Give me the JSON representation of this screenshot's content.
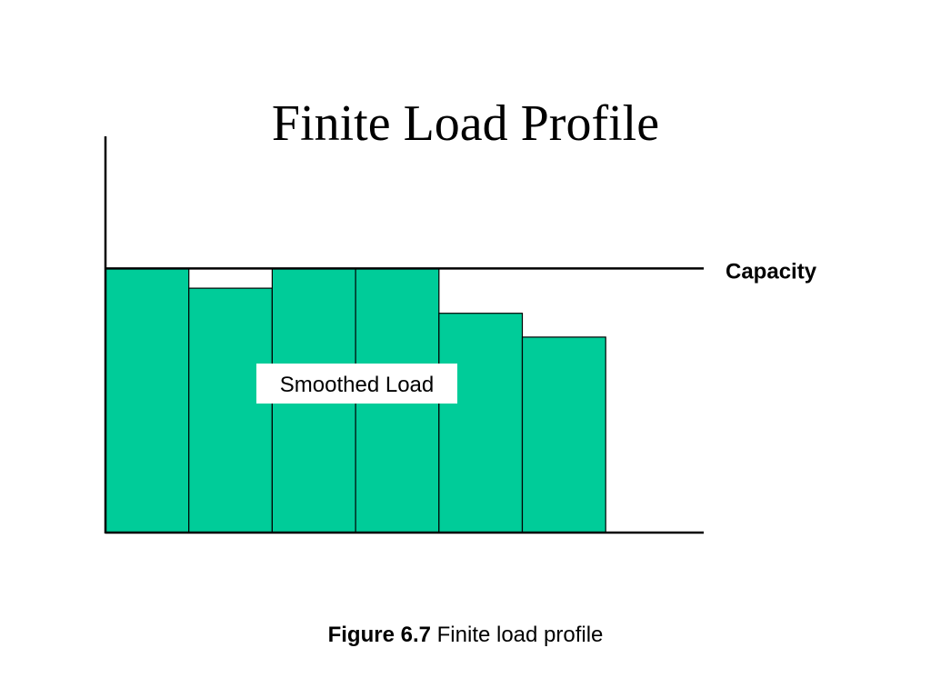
{
  "slide": {
    "title": "Finite Load Profile"
  },
  "caption": {
    "figure_number": "Figure 6.7",
    "text": "Finite load profile"
  },
  "colors": {
    "bar_fill": "#00CC99",
    "bar_stroke": "#000000",
    "axis": "#000000",
    "background": "#FFFFFF"
  },
  "chart_data": {
    "type": "bar",
    "title": "Finite Load Profile",
    "categories": [
      "",
      "",
      "",
      "",
      "",
      ""
    ],
    "values": [
      100,
      92.5,
      100,
      100,
      83,
      74
    ],
    "ylim": [
      0,
      150
    ],
    "xlabel": "",
    "ylabel": "",
    "grid": false,
    "reference_line": {
      "label": "Capacity",
      "value": 100
    },
    "annotations": [
      {
        "text": "Smoothed Load"
      }
    ]
  }
}
